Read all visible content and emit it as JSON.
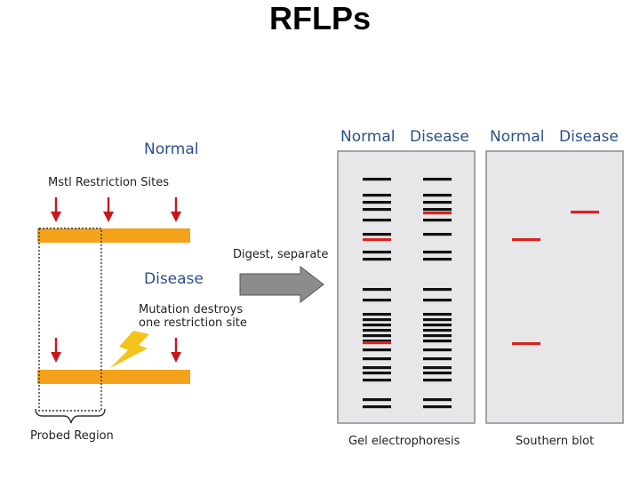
{
  "title": "RFLPs",
  "left": {
    "normal_heading": "Normal",
    "restriction_sites_label": "Mstl Restriction Sites",
    "disease_heading": "Disease",
    "mutation_label_line1": "Mutation destroys",
    "mutation_label_line2": "one restriction site",
    "probed_region_label": "Probed Region"
  },
  "arrow": {
    "label": "Digest, separate"
  },
  "gel": {
    "col_normal": "Normal",
    "col_disease": "Disease",
    "caption": "Gel electrophoresis"
  },
  "blot": {
    "col_normal": "Normal",
    "col_disease": "Disease",
    "caption": "Southern blot"
  },
  "colors": {
    "dna_bar": "#f5a21b",
    "red_arrow": "#c8171c",
    "band_black": "#111111",
    "band_red": "#d8231f",
    "panel_bg": "#e7e7ea",
    "panel_border": "#8a8a8a",
    "heading_blue": "#2d4f8a",
    "lightning": "#f6c21c",
    "gray_arrow": "#8c8c8c"
  }
}
